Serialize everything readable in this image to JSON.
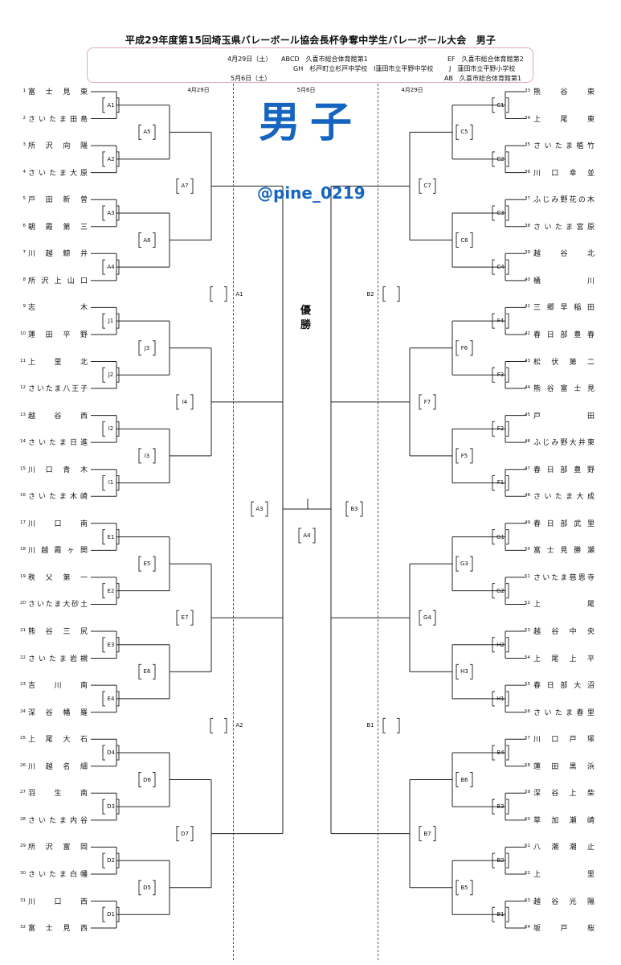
{
  "title": "平成29年度第15回埼玉県バレーボール協会長杯争奪中学生バレーボール大会　男子",
  "schedule": {
    "line1_date": "4月29日（土）",
    "line1_left": "ABCD　久喜市総合体育館第1",
    "line1_right": "EF　久喜市総合体育館第2",
    "line2_left": "GH　杉戸町立杉戸中学校",
    "line2_mid": "I蓮田市立平野中学校",
    "line2_right": "J　蓮田市立平野小学校",
    "line3_date": "5月6日（土）",
    "line3_right": "AB　久喜市総合体育館第1"
  },
  "dates": {
    "left": "4月29日",
    "center": "5月6日",
    "right": "4月29日"
  },
  "overlay": {
    "heading": "男子",
    "handle": "@pine_0219"
  },
  "final_label": "優勝",
  "teams_left": [
    {
      "no": "1",
      "name": "富士見東"
    },
    {
      "no": "2",
      "name": "さいたま田島"
    },
    {
      "no": "3",
      "name": "所沢向陽"
    },
    {
      "no": "4",
      "name": "さいたま大原"
    },
    {
      "no": "5",
      "name": "戸田新曽"
    },
    {
      "no": "6",
      "name": "朝霞第三"
    },
    {
      "no": "7",
      "name": "川越鯨井"
    },
    {
      "no": "8",
      "name": "所沢上山口"
    },
    {
      "no": "9",
      "name": "志木"
    },
    {
      "no": "10",
      "name": "蓮田平野"
    },
    {
      "no": "11",
      "name": "上里北"
    },
    {
      "no": "12",
      "name": "さいたま八王子"
    },
    {
      "no": "13",
      "name": "越谷西"
    },
    {
      "no": "14",
      "name": "さいたま日進"
    },
    {
      "no": "15",
      "name": "川口青木"
    },
    {
      "no": "16",
      "name": "さいたま木崎"
    },
    {
      "no": "17",
      "name": "川口南"
    },
    {
      "no": "18",
      "name": "川越霞ヶ関"
    },
    {
      "no": "19",
      "name": "秩父第一"
    },
    {
      "no": "20",
      "name": "さいたま大砂土"
    },
    {
      "no": "21",
      "name": "熊谷三尻"
    },
    {
      "no": "22",
      "name": "さいたま岩槻"
    },
    {
      "no": "23",
      "name": "吉川南"
    },
    {
      "no": "24",
      "name": "深谷幡羅"
    },
    {
      "no": "25",
      "name": "上尾大石"
    },
    {
      "no": "26",
      "name": "川越名細"
    },
    {
      "no": "27",
      "name": "羽生南"
    },
    {
      "no": "28",
      "name": "さいたま内谷"
    },
    {
      "no": "29",
      "name": "所沢富岡"
    },
    {
      "no": "30",
      "name": "さいたま白幡"
    },
    {
      "no": "31",
      "name": "川口西"
    },
    {
      "no": "32",
      "name": "富士見西"
    }
  ],
  "teams_right": [
    {
      "no": "33",
      "name": "熊谷東"
    },
    {
      "no": "34",
      "name": "上尾東"
    },
    {
      "no": "35",
      "name": "さいたま植竹"
    },
    {
      "no": "36",
      "name": "川口幸並"
    },
    {
      "no": "37",
      "name": "ふじみ野花の木"
    },
    {
      "no": "38",
      "name": "さいたま宮原"
    },
    {
      "no": "39",
      "name": "越谷北"
    },
    {
      "no": "40",
      "name": "桶川"
    },
    {
      "no": "41",
      "name": "三郷早稲田"
    },
    {
      "no": "42",
      "name": "春日部豊春"
    },
    {
      "no": "43",
      "name": "松伏第二"
    },
    {
      "no": "44",
      "name": "熊谷富士見"
    },
    {
      "no": "45",
      "name": "戸田"
    },
    {
      "no": "46",
      "name": "ふじみ野大井東"
    },
    {
      "no": "47",
      "name": "春日部豊野"
    },
    {
      "no": "48",
      "name": "さいたま大成"
    },
    {
      "no": "49",
      "name": "春日部武里"
    },
    {
      "no": "50",
      "name": "富士見勝瀬"
    },
    {
      "no": "51",
      "name": "さいたま慈恩寺"
    },
    {
      "no": "52",
      "name": "上尾"
    },
    {
      "no": "53",
      "name": "越谷中央"
    },
    {
      "no": "54",
      "name": "上尾上平"
    },
    {
      "no": "55",
      "name": "春日部大沼"
    },
    {
      "no": "56",
      "name": "さいたま春里"
    },
    {
      "no": "57",
      "name": "川口戸塚"
    },
    {
      "no": "58",
      "name": "蓮田黒浜"
    },
    {
      "no": "59",
      "name": "深谷上柴"
    },
    {
      "no": "60",
      "name": "草加瀬崎"
    },
    {
      "no": "61",
      "name": "八潮潮止"
    },
    {
      "no": "62",
      "name": "上里"
    },
    {
      "no": "63",
      "name": "越谷光陽"
    },
    {
      "no": "64",
      "name": "坂戸桜"
    }
  ],
  "match_labels": {
    "left_r1": [
      "A1",
      "A2",
      "A3",
      "A4",
      "J1",
      "J2",
      "I2",
      "I1",
      "E1",
      "E2",
      "E3",
      "E4",
      "D4",
      "D3",
      "D2",
      "D1"
    ],
    "left_r2": [
      "A5",
      "A6",
      "J3",
      "I3",
      "E5",
      "E6",
      "D6",
      "D5"
    ],
    "left_r3": [
      "A7",
      "I4",
      "E7",
      "D7"
    ],
    "left_r4": [
      "A1",
      "A2"
    ],
    "right_r1": [
      "C1",
      "C2",
      "C3",
      "C4",
      "F4",
      "F3",
      "F2",
      "F1",
      "G1",
      "G2",
      "H2",
      "H1",
      "B4",
      "B3",
      "B2",
      "B1"
    ],
    "right_r2": [
      "C5",
      "C6",
      "F6",
      "F5",
      "G3",
      "H3",
      "B6",
      "B5"
    ],
    "right_r3": [
      "C7",
      "F7",
      "G4",
      "B7"
    ],
    "right_r4": [
      "B2",
      "B1"
    ],
    "semis": [
      "A3",
      "B3"
    ],
    "final": "A4"
  }
}
